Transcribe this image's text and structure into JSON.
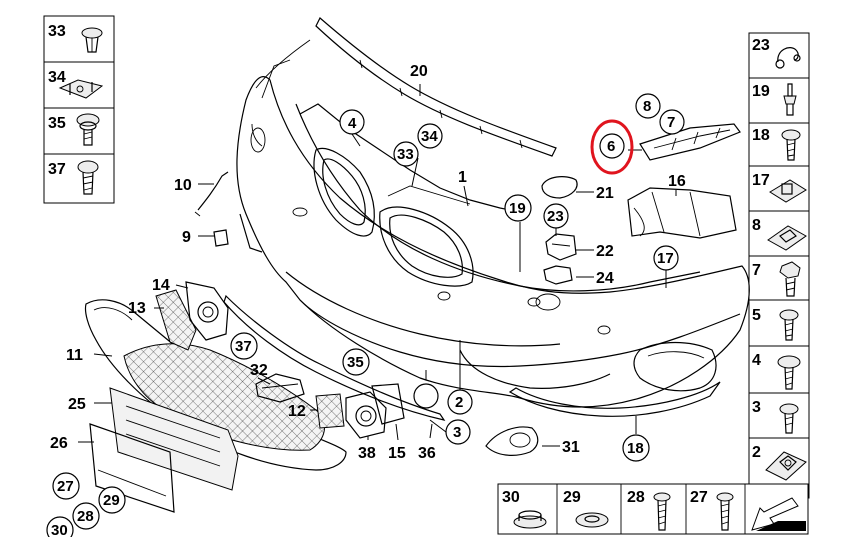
{
  "diagram": {
    "highlight_color": "#e0141e",
    "highlighted_part": "6",
    "callouts": {
      "c1": "1",
      "c2": "2",
      "c3": "3",
      "c4": "4",
      "c6": "6",
      "c7": "7",
      "c8": "8",
      "c9": "9",
      "c10": "10",
      "c11": "11",
      "c12": "12",
      "c13": "13",
      "c14": "14",
      "c15": "15",
      "c16": "16",
      "c17": "17",
      "c18": "18",
      "c19": "19",
      "c20": "20",
      "c21": "21",
      "c22": "22",
      "c23": "23",
      "c24": "24",
      "c25": "25",
      "c26": "26",
      "c27": "27",
      "c28": "28",
      "c29": "29",
      "c30": "30",
      "c31": "31",
      "c32": "32",
      "c33a": "33",
      "c34a": "34",
      "c35": "35",
      "c36": "36",
      "c37": "37",
      "c38": "38"
    },
    "left_legend": [
      "33",
      "34",
      "35",
      "37"
    ],
    "right_legend": [
      "23",
      "19",
      "18",
      "17",
      "8",
      "7",
      "5",
      "4",
      "3",
      "2"
    ],
    "bottom_legend": [
      "30",
      "29",
      "28",
      "27"
    ]
  }
}
